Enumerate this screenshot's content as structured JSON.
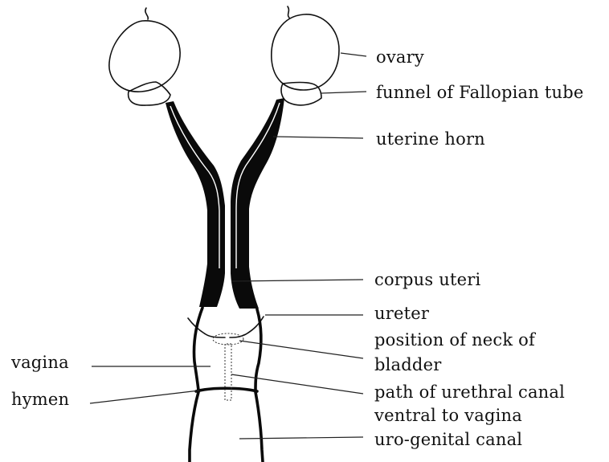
{
  "labels": {
    "ovary": "ovary",
    "funnel": "funnel of Fallopian tube",
    "uterine_horn": "uterine horn",
    "corpus_uteri": "corpus uteri",
    "ureter": "ureter",
    "neck_of_bladder": [
      "position of neck of",
      "bladder"
    ],
    "vagina": "vagina",
    "hymen": "hymen",
    "urethral_canal": [
      "path of urethral canal",
      "ventral to vagina"
    ],
    "uro_genital_canal": "uro-genital canal"
  },
  "colors": {
    "ink": "#111111",
    "background": "#ffffff"
  }
}
